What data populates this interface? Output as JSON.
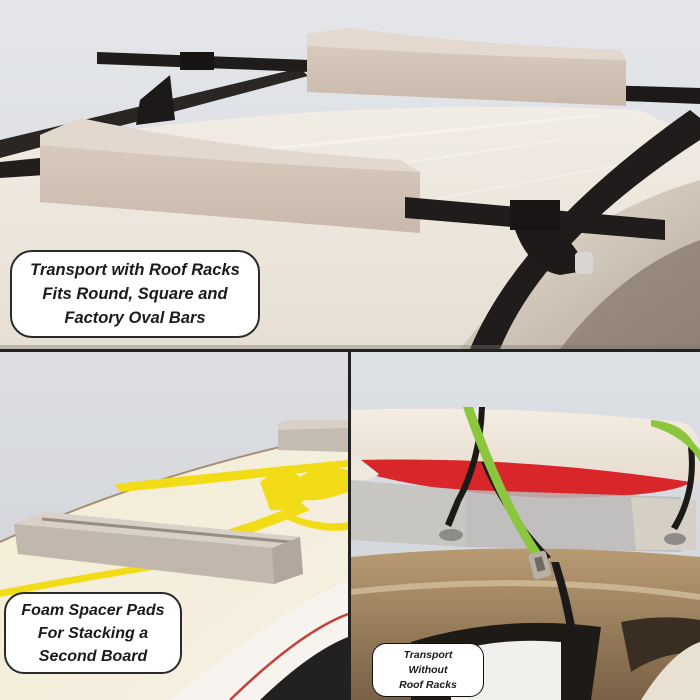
{
  "panels": {
    "top": {
      "subject": "foam blocks mounted on car roof rack crossbars",
      "caption": {
        "line1": "Transport with Roof Racks",
        "line2": "Fits Round, Square and",
        "line3": "Factory Oval Bars"
      }
    },
    "bottom_left": {
      "subject": "foam spacer pads on top of a surfboard with yellow graphic",
      "caption": {
        "line1": "Foam Spacer Pads",
        "line2": "For Stacking a",
        "line3": "Second Board"
      }
    },
    "bottom_right": {
      "subject": "board strapped onto foam blocks on car roof with straps",
      "caption": {
        "line1": "Transport",
        "line2": "Without",
        "line3": "Roof Racks"
      }
    }
  },
  "colors": {
    "sky": "#dfe2e6",
    "foam": "#d6c9bd",
    "foam_dark": "#bcaea2",
    "roof": "#ece6dc",
    "rack_black": "#1f1c1b",
    "board_yellow": "#f2dc18",
    "strap_green": "#8cc63f",
    "board_red": "#d8262b",
    "car_gold": "#a88b63",
    "divider": "#151515"
  }
}
